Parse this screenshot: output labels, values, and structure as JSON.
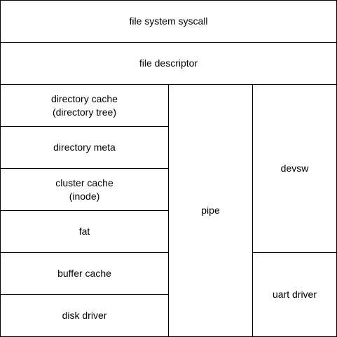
{
  "diagram": {
    "layers": {
      "syscall": "file system syscall",
      "file_descriptor": "file descriptor",
      "directory_cache": "directory cache\n(directory tree)",
      "directory_meta": "directory meta",
      "cluster_cache": "cluster cache\n(inode)",
      "fat": "fat",
      "buffer_cache": "buffer cache",
      "disk_driver": "disk driver",
      "pipe": "pipe",
      "devsw": "devsw",
      "uart_driver": "uart driver"
    },
    "colors": {
      "border": "#000000",
      "fill": "#ffffff",
      "text": "#000000"
    }
  }
}
